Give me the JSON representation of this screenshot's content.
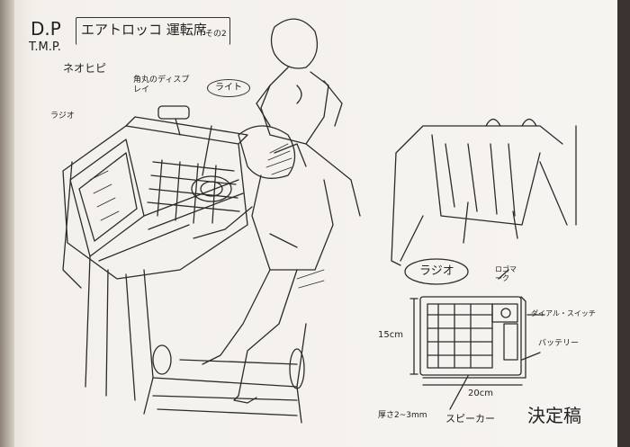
{
  "header": {
    "code_line1": "D.P",
    "code_line2": "T.M.P.",
    "title": "エアトロッコ 運転席",
    "title_suffix": "その2"
  },
  "labels": {
    "taihi": "ネオヒピ",
    "display": "角丸のディスプレイ",
    "light": "ライト",
    "radio_small": "ラジオ",
    "radio_detail": "ラジオ",
    "mark": "ロゴマーク",
    "dial_switch": "ダイアル・スイッチ",
    "battery": "バッテリー",
    "height_dim": "15cm",
    "width_dim": "20cm",
    "thickness": "厚さ2~3mm",
    "speaker": "スピーカー"
  },
  "stamp": "決定稿"
}
